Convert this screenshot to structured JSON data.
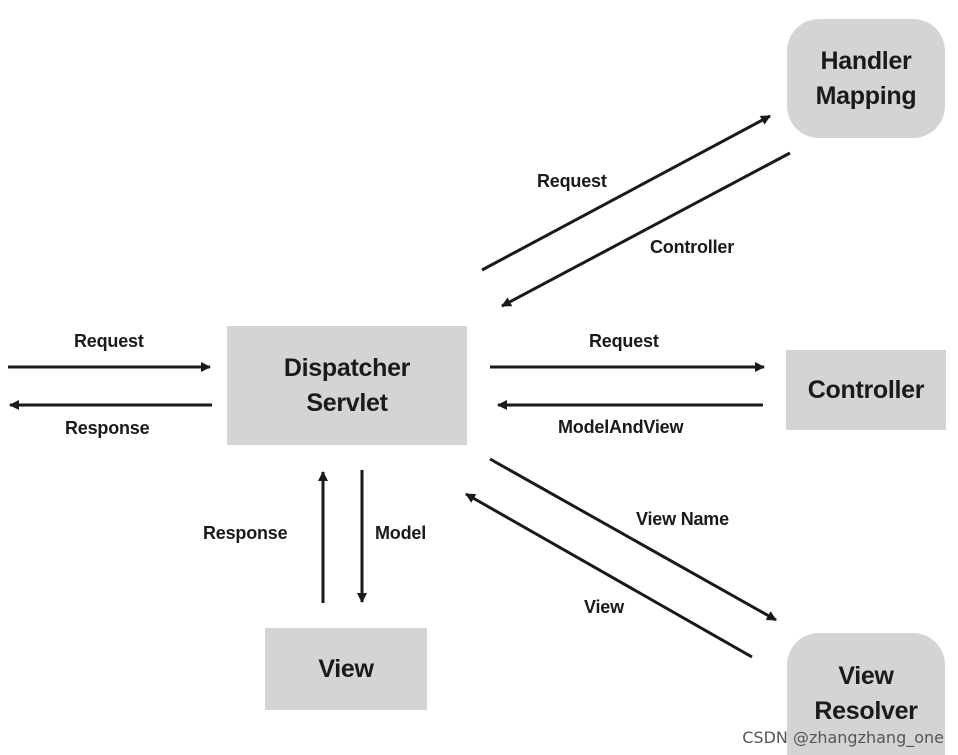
{
  "nodes": {
    "dispatcher": {
      "line1": "Dispatcher",
      "line2": "Servlet"
    },
    "handler_mapping": {
      "line1": "Handler",
      "line2": "Mapping"
    },
    "controller": {
      "label": "Controller"
    },
    "view_resolver": {
      "line1": "View",
      "line2": "Resolver"
    },
    "view": {
      "label": "View"
    }
  },
  "edges": {
    "client_request": "Request",
    "client_response": "Response",
    "handler_request": "Request",
    "handler_controller": "Controller",
    "controller_request": "Request",
    "controller_model_and_view": "ModelAndView",
    "resolver_view_name": "View Name",
    "resolver_view": "View",
    "view_response": "Response",
    "view_model": "Model"
  },
  "watermark": "CSDN @zhangzhang_one",
  "colors": {
    "box": "#d4d4d4",
    "arrow": "#1a1a1a",
    "background": "#ffffff"
  }
}
